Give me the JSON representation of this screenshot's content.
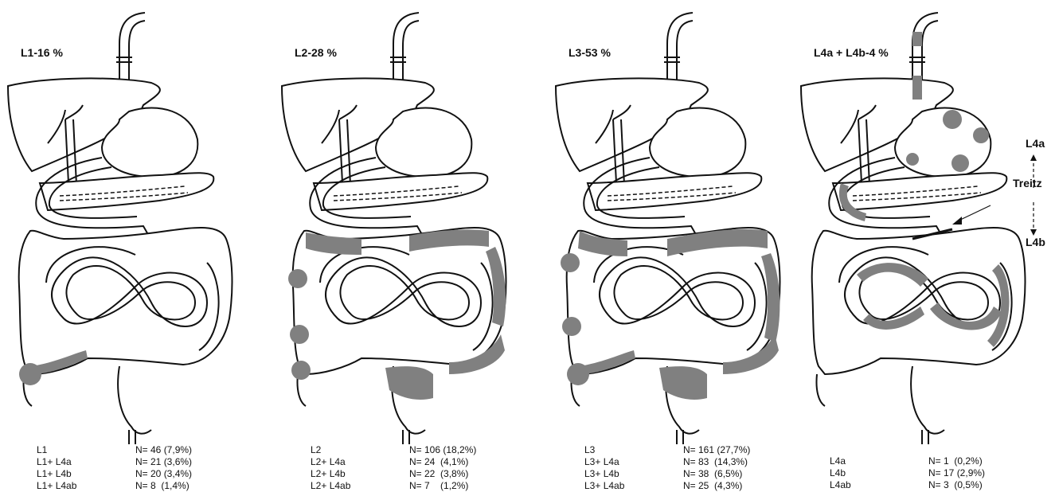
{
  "panels": [
    {
      "title": "L1-16 %",
      "rows": [
        {
          "label": "L1",
          "value": "N= 46 (7,9%)"
        },
        {
          "label": "L1+ L4a",
          "value": "N= 21 (3,6%)"
        },
        {
          "label": "L1+ L4b",
          "value": "N= 20 (3,4%)"
        },
        {
          "label": "L1+ L4ab",
          "value": "N= 8  (1,4%)"
        }
      ]
    },
    {
      "title": "L2-28 %",
      "rows": [
        {
          "label": "L2",
          "value": "N= 106 (18,2%)"
        },
        {
          "label": "L2+ L4a",
          "value": "N= 24  (4,1%)"
        },
        {
          "label": "L2+ L4b",
          "value": "N= 22  (3,8%)"
        },
        {
          "label": "L2+ L4ab",
          "value": "N= 7    (1,2%)"
        }
      ]
    },
    {
      "title": "L3-53 %",
      "rows": [
        {
          "label": "L3",
          "value": "N= 161 (27,7%)"
        },
        {
          "label": "L3+ L4a",
          "value": "N= 83  (14,3%)"
        },
        {
          "label": "L3+ L4b",
          "value": "N= 38  (6,5%)"
        },
        {
          "label": "L3+ L4ab",
          "value": "N= 25  (4,3%)"
        }
      ]
    },
    {
      "title": "L4a + L4b-4 %",
      "rows": [
        {
          "label": "L4a",
          "value": "N= 1  (0,2%)"
        },
        {
          "label": "L4b",
          "value": "N= 17 (2,9%)"
        },
        {
          "label": "L4ab",
          "value": "N= 3  (0,5%)"
        }
      ]
    }
  ],
  "annotations": {
    "upper": "L4a",
    "middle": "Treitz",
    "lower": "L4b"
  },
  "colors": {
    "lesion": "#808080",
    "outline": "#111111"
  }
}
